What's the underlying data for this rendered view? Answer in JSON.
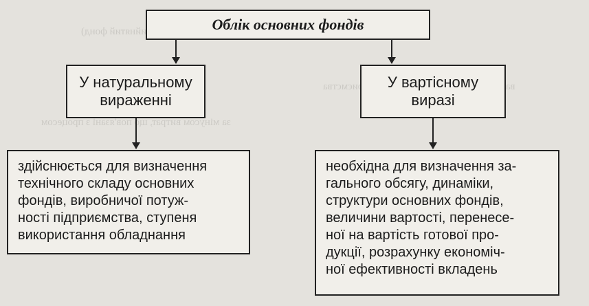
{
  "diagram": {
    "title": "Облік основних фондів",
    "branches": [
      {
        "label_lines": [
          "У натуральному",
          "вираженні"
        ],
        "description_lines": [
          "здійснюється для визначення",
          "технічного складу основних",
          "фондів, виробничої потуж-",
          "ності підприємства, ступеня",
          "використання обладнання"
        ]
      },
      {
        "label_lines": [
          "У вартісному",
          "виразі"
        ],
        "description_lines": [
          "необхідна для визначення за-",
          "гального обсягу, динаміки,",
          "структури основних фондів,",
          "величини вартості, перенесе-",
          "ної на вартість готової про-",
          "дукції, розрахунку економіч-",
          "ної ефективності вкладень"
        ]
      }
    ]
  }
}
